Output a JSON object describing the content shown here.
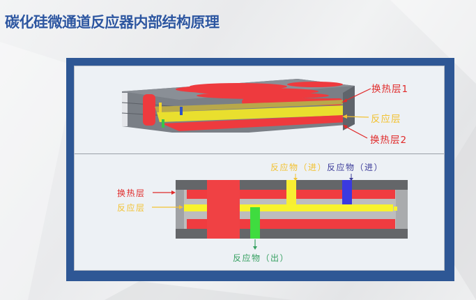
{
  "slide": {
    "title": "碳化硅微通道反应器内部结构原理"
  },
  "top_view": {
    "labels": {
      "heat_layer_1": "换热层1",
      "reaction_layer": "反应层",
      "heat_layer_2": "换热层2"
    }
  },
  "section_view": {
    "labels": {
      "heat_layer": "换热层",
      "reaction_layer": "反应层",
      "reactant_in_1": "反应物（进）",
      "reactant_in_2": "反应物（进）",
      "reactant_out": "反应物（出）"
    }
  },
  "colors": {
    "title": "#2d56a0",
    "frame": "#2e5795",
    "heat_layer": "#f03c40",
    "reaction_layer": "#f5e12e",
    "reactant_in_2": "#3a3ae0",
    "reactant_out": "#3fdc3f",
    "label_red": "#e02a2a",
    "label_yellow": "#f2c232",
    "label_blue": "#3d3d9a",
    "label_green": "#35a060"
  }
}
